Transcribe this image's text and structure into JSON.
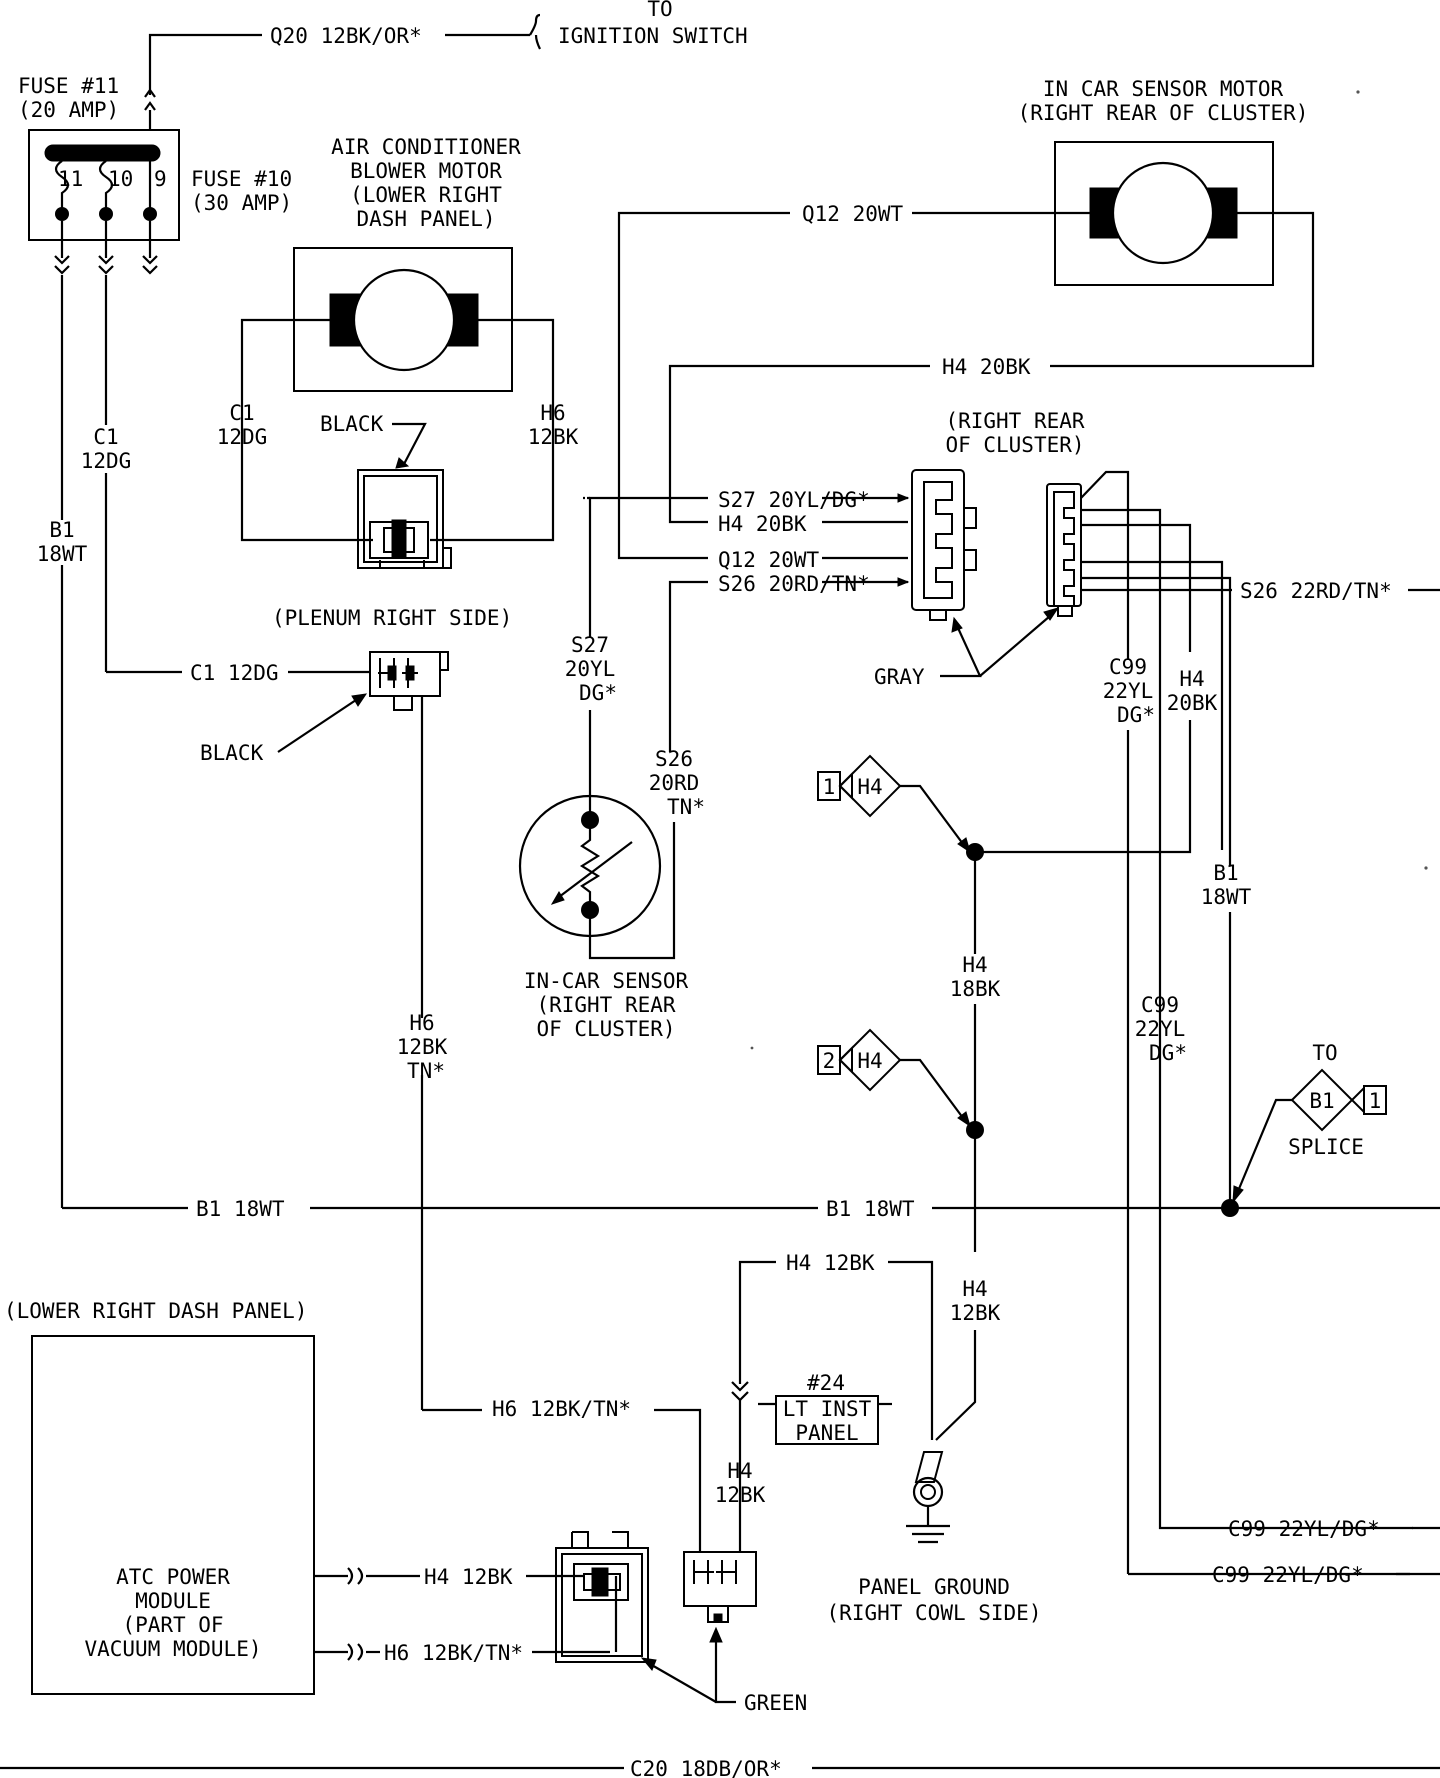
{
  "title_block": {
    "to_label": "TO",
    "ignition_switch": "IGNITION SWITCH"
  },
  "fuses": {
    "fuse11_line1": "FUSE #11",
    "fuse11_line2": "(20 AMP)",
    "fuse10_line1": "FUSE #10",
    "fuse10_line2": "(30 AMP)",
    "terminal_11": "11",
    "terminal_10": "10",
    "terminal_9": "9"
  },
  "components": {
    "blower_line1": "AIR CONDITIONER",
    "blower_line2": "BLOWER MOTOR",
    "blower_line3": "(LOWER RIGHT",
    "blower_line4": "DASH PANEL)",
    "sensor_motor_line1": "IN CAR SENSOR MOTOR",
    "sensor_motor_line2": "(RIGHT REAR OF CLUSTER)",
    "incar_sensor_line1": "IN-CAR SENSOR",
    "incar_sensor_line2": "(RIGHT REAR",
    "incar_sensor_line3": "OF CLUSTER)",
    "atc_line1": "ATC POWER",
    "atc_line2": "MODULE",
    "atc_line3": "(PART OF",
    "atc_line4": "VACUUM MODULE)",
    "atc_location": "(LOWER RIGHT DASH PANEL)",
    "panel_ground_line1": "PANEL GROUND",
    "panel_ground_line2": "(RIGHT COWL SIDE)",
    "splice_label": "SPLICE",
    "splice_to": "TO",
    "splice_id": "B1",
    "splice_num": "1",
    "junction1_num": "1",
    "junction1_id": "H4",
    "junction2_num": "2",
    "junction2_id": "H4",
    "fuse24_num": "#24",
    "fuse24_line1": "LT INST",
    "fuse24_line2": "PANEL"
  },
  "connectors": {
    "black_blower": "BLACK",
    "black_plenum": "BLACK",
    "plenum_location": "(PLENUM RIGHT SIDE)",
    "cluster_loc_line1": "(RIGHT REAR",
    "cluster_loc_line2": "OF CLUSTER)",
    "gray": "GRAY",
    "green": "GREEN"
  },
  "wires": {
    "q20": "Q20 12BK/OR*",
    "q12_top": "Q12 20WT",
    "h4_top": "H4 20BK",
    "s27_h": "S27 20YL/DG*",
    "h4_h": "H4 20BK",
    "q12_h": "Q12 20WT",
    "s26_h": "S26 20RD/TN*",
    "s26_right": "S26 22RD/TN*",
    "c1_v_1": "C1",
    "c1_v_2": "12DG",
    "c1_left_1": "C1",
    "c1_left_2": "12DG",
    "c1_h": "C1 12DG",
    "h6_v_1": "H6",
    "h6_v_2": "12BK",
    "b1_v_1": "B1",
    "b1_v_2": "18WT",
    "b1_h_left": "B1 18WT",
    "b1_h_right": "B1 18WT",
    "b1_v2_1": "B1",
    "b1_v2_2": "18WT",
    "s27_v_1": "S27",
    "s27_v_2": "20YL",
    "s27_v_3": "DG*",
    "s26_v_1": "S26",
    "s26_v_2": "20RD",
    "s26_v_3": "TN*",
    "c99_v_1": "C99",
    "c99_v_2": "22YL",
    "c99_v_3": "DG*",
    "h4_v_1": "H4",
    "h4_v_2": "20BK",
    "h4_18_1": "H4",
    "h4_18_2": "18BK",
    "c99_v2_1": "C99",
    "c99_v2_2": "22YL",
    "c99_v2_3": "DG*",
    "h6_tn_1": "H6",
    "h6_tn_2": "12BK",
    "h6_tn_3": "TN*",
    "h4_12_top": "H4 12BK",
    "h4_12_1": "H4",
    "h4_12_2": "12BK",
    "h6_tn_h": "H6 12BK/TN*",
    "h4_12_small_1": "H4",
    "h4_12_small_2": "12BK",
    "h4_12_atc": "H4 12BK",
    "h6_tn_atc": "H6 12BK/TN*",
    "c99_right1": "C99 22YL/DG*",
    "c99_right2": "C99 22YL/DG*",
    "c20_bottom": "C20 18DB/OR*"
  }
}
